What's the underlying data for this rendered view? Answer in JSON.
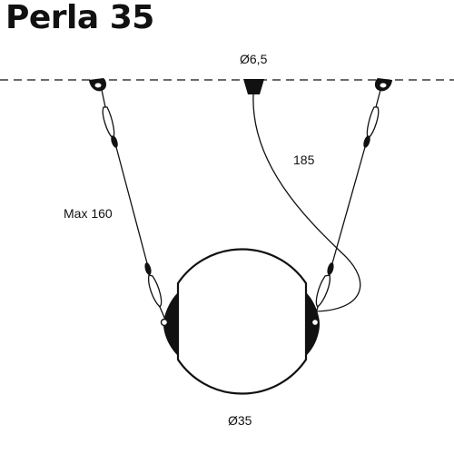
{
  "title": "Perla 35",
  "labels": {
    "canopy_diameter": "Ø6,5",
    "cable_length": "185",
    "suspension_max": "Max 160",
    "globe_diameter": "Ø35"
  }
}
